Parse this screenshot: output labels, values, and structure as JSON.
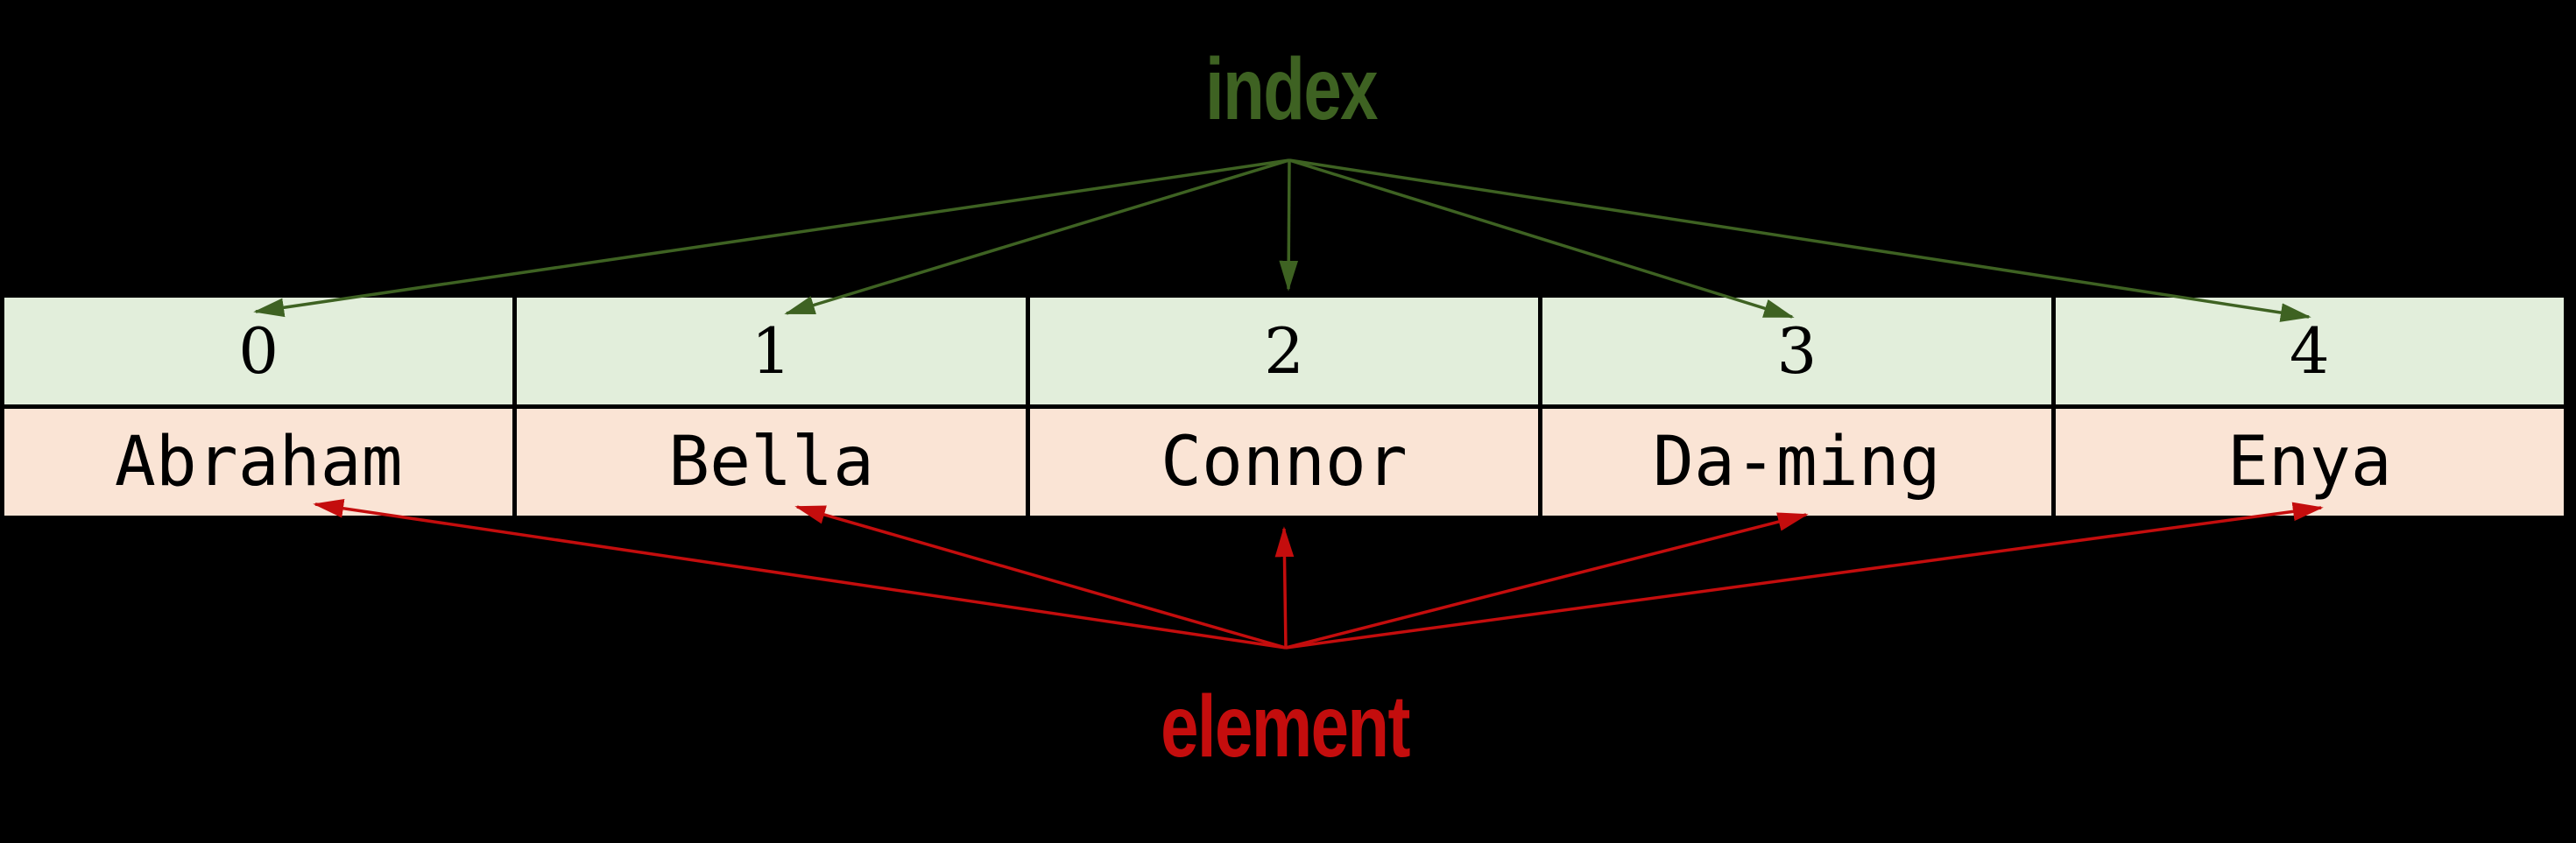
{
  "diagram": {
    "index_label": "index",
    "element_label": "element",
    "indices": [
      "0",
      "1",
      "2",
      "3",
      "4"
    ],
    "elements": [
      "Abraham",
      "Bella",
      "Connor",
      "Da-ming",
      "Enya"
    ]
  },
  "colors": {
    "index-accent": "#3e6222",
    "element-accent": "#c40d0d",
    "index-row-bg": "#e2eedb",
    "element-row-bg": "#fae4d5",
    "table-border": "#000000",
    "cell-text": "#000000",
    "background": "#000000"
  }
}
